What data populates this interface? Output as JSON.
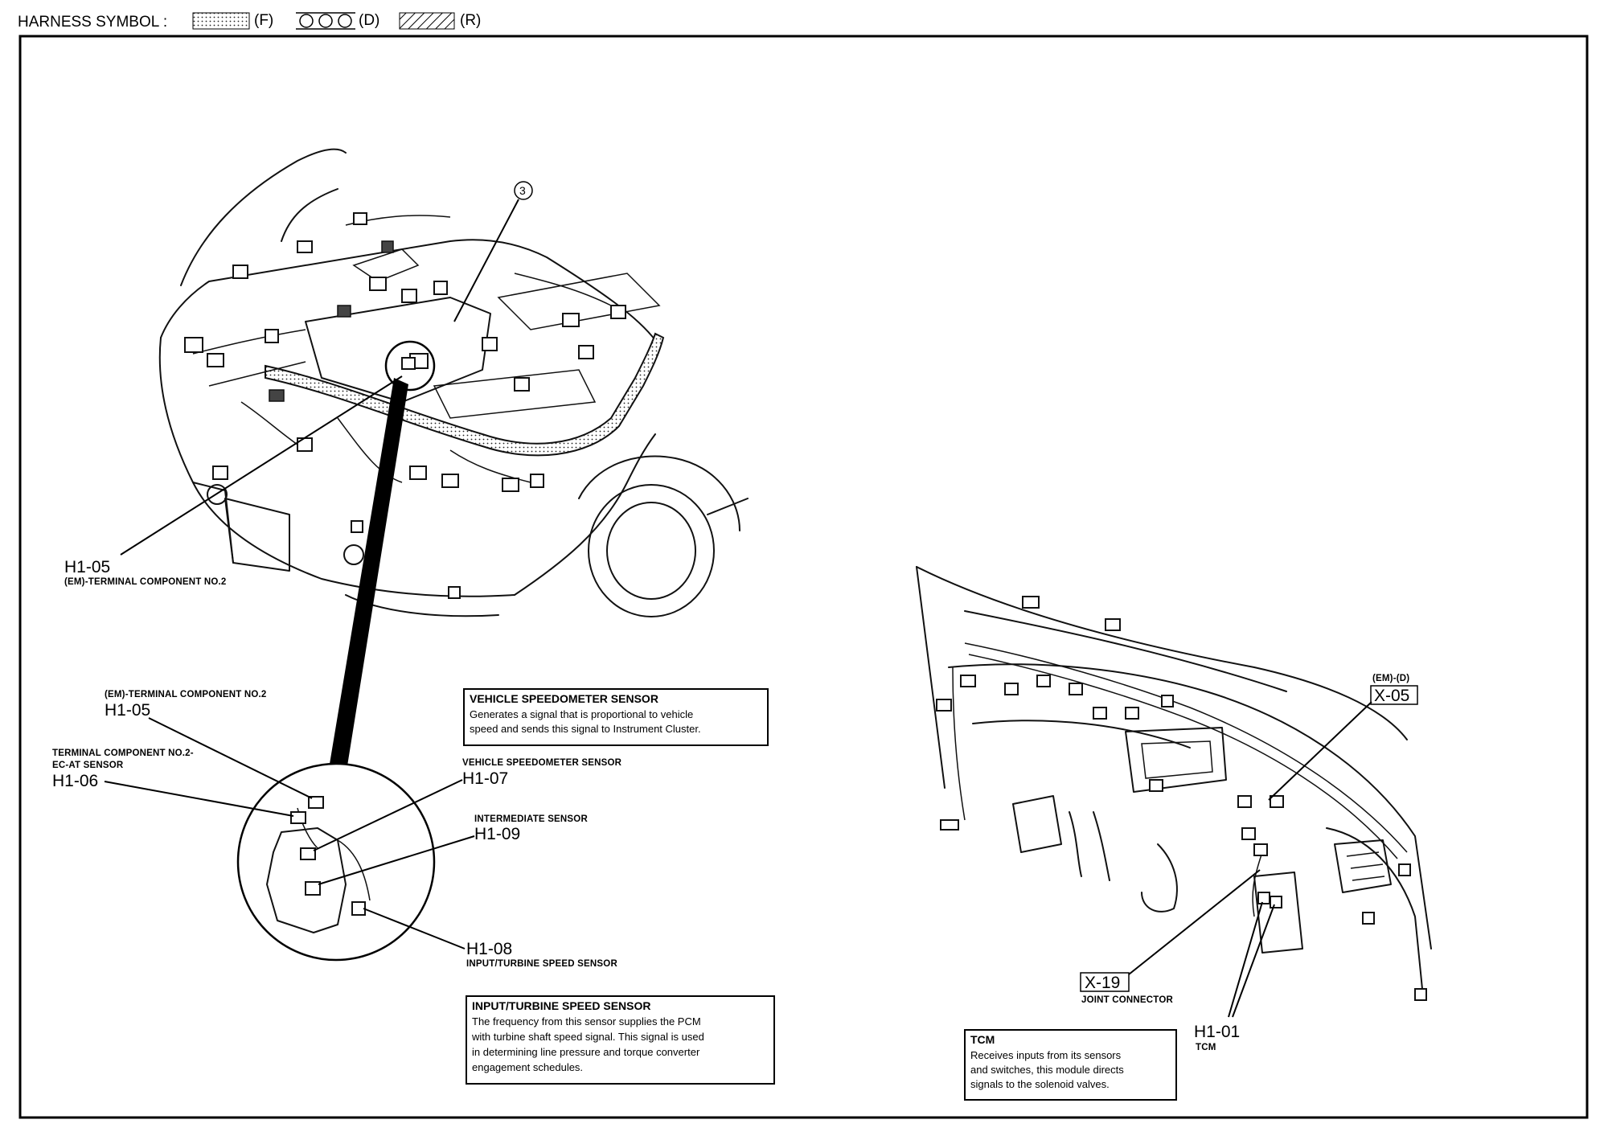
{
  "header": {
    "title": "HARNESS SYMBOL :",
    "legend": [
      {
        "code": "(F)",
        "pattern": "dotted"
      },
      {
        "code": "(D)",
        "pattern": "circles"
      },
      {
        "code": "(R)",
        "pattern": "hatched"
      }
    ]
  },
  "callout_number": "3",
  "top_view": {
    "h1_05": {
      "code": "H1-05",
      "desc": "(EM)-TERMINAL COMPONENT NO.2"
    }
  },
  "detail": {
    "h1_05": {
      "code": "H1-05",
      "desc": "(EM)-TERMINAL COMPONENT NO.2"
    },
    "h1_06": {
      "code": "H1-06",
      "desc_line1": "TERMINAL COMPONENT NO.2-",
      "desc_line2": "EC-AT SENSOR"
    },
    "h1_07": {
      "code": "H1-07",
      "desc": "VEHICLE SPEEDOMETER SENSOR"
    },
    "h1_09": {
      "code": "H1-09",
      "desc": "INTERMEDIATE SENSOR"
    },
    "h1_08": {
      "code": "H1-08",
      "desc": "INPUT/TURBINE SPEED SENSOR"
    }
  },
  "dash_view": {
    "x_05": {
      "prefix": "(EM)-(D)",
      "code": "X-05"
    },
    "x_19": {
      "code": "X-19",
      "desc": "JOINT CONNECTOR"
    },
    "h1_01": {
      "code": "H1-01",
      "desc": "TCM"
    }
  },
  "info_boxes": {
    "vss": {
      "title": "VEHICLE SPEEDOMETER SENSOR",
      "lines": [
        "Generates a signal that is proportional to vehicle",
        "speed and sends this signal to Instrument Cluster."
      ]
    },
    "itss": {
      "title": "INPUT/TURBINE SPEED SENSOR",
      "lines": [
        "The frequency from this sensor supplies the PCM",
        "with turbine shaft speed signal. This signal is used",
        "in determining line pressure and torque converter",
        "engagement schedules."
      ]
    },
    "tcm": {
      "title": "TCM",
      "lines": [
        "Receives inputs from its sensors",
        "and switches, this module directs",
        "signals to the solenoid valves."
      ]
    }
  }
}
